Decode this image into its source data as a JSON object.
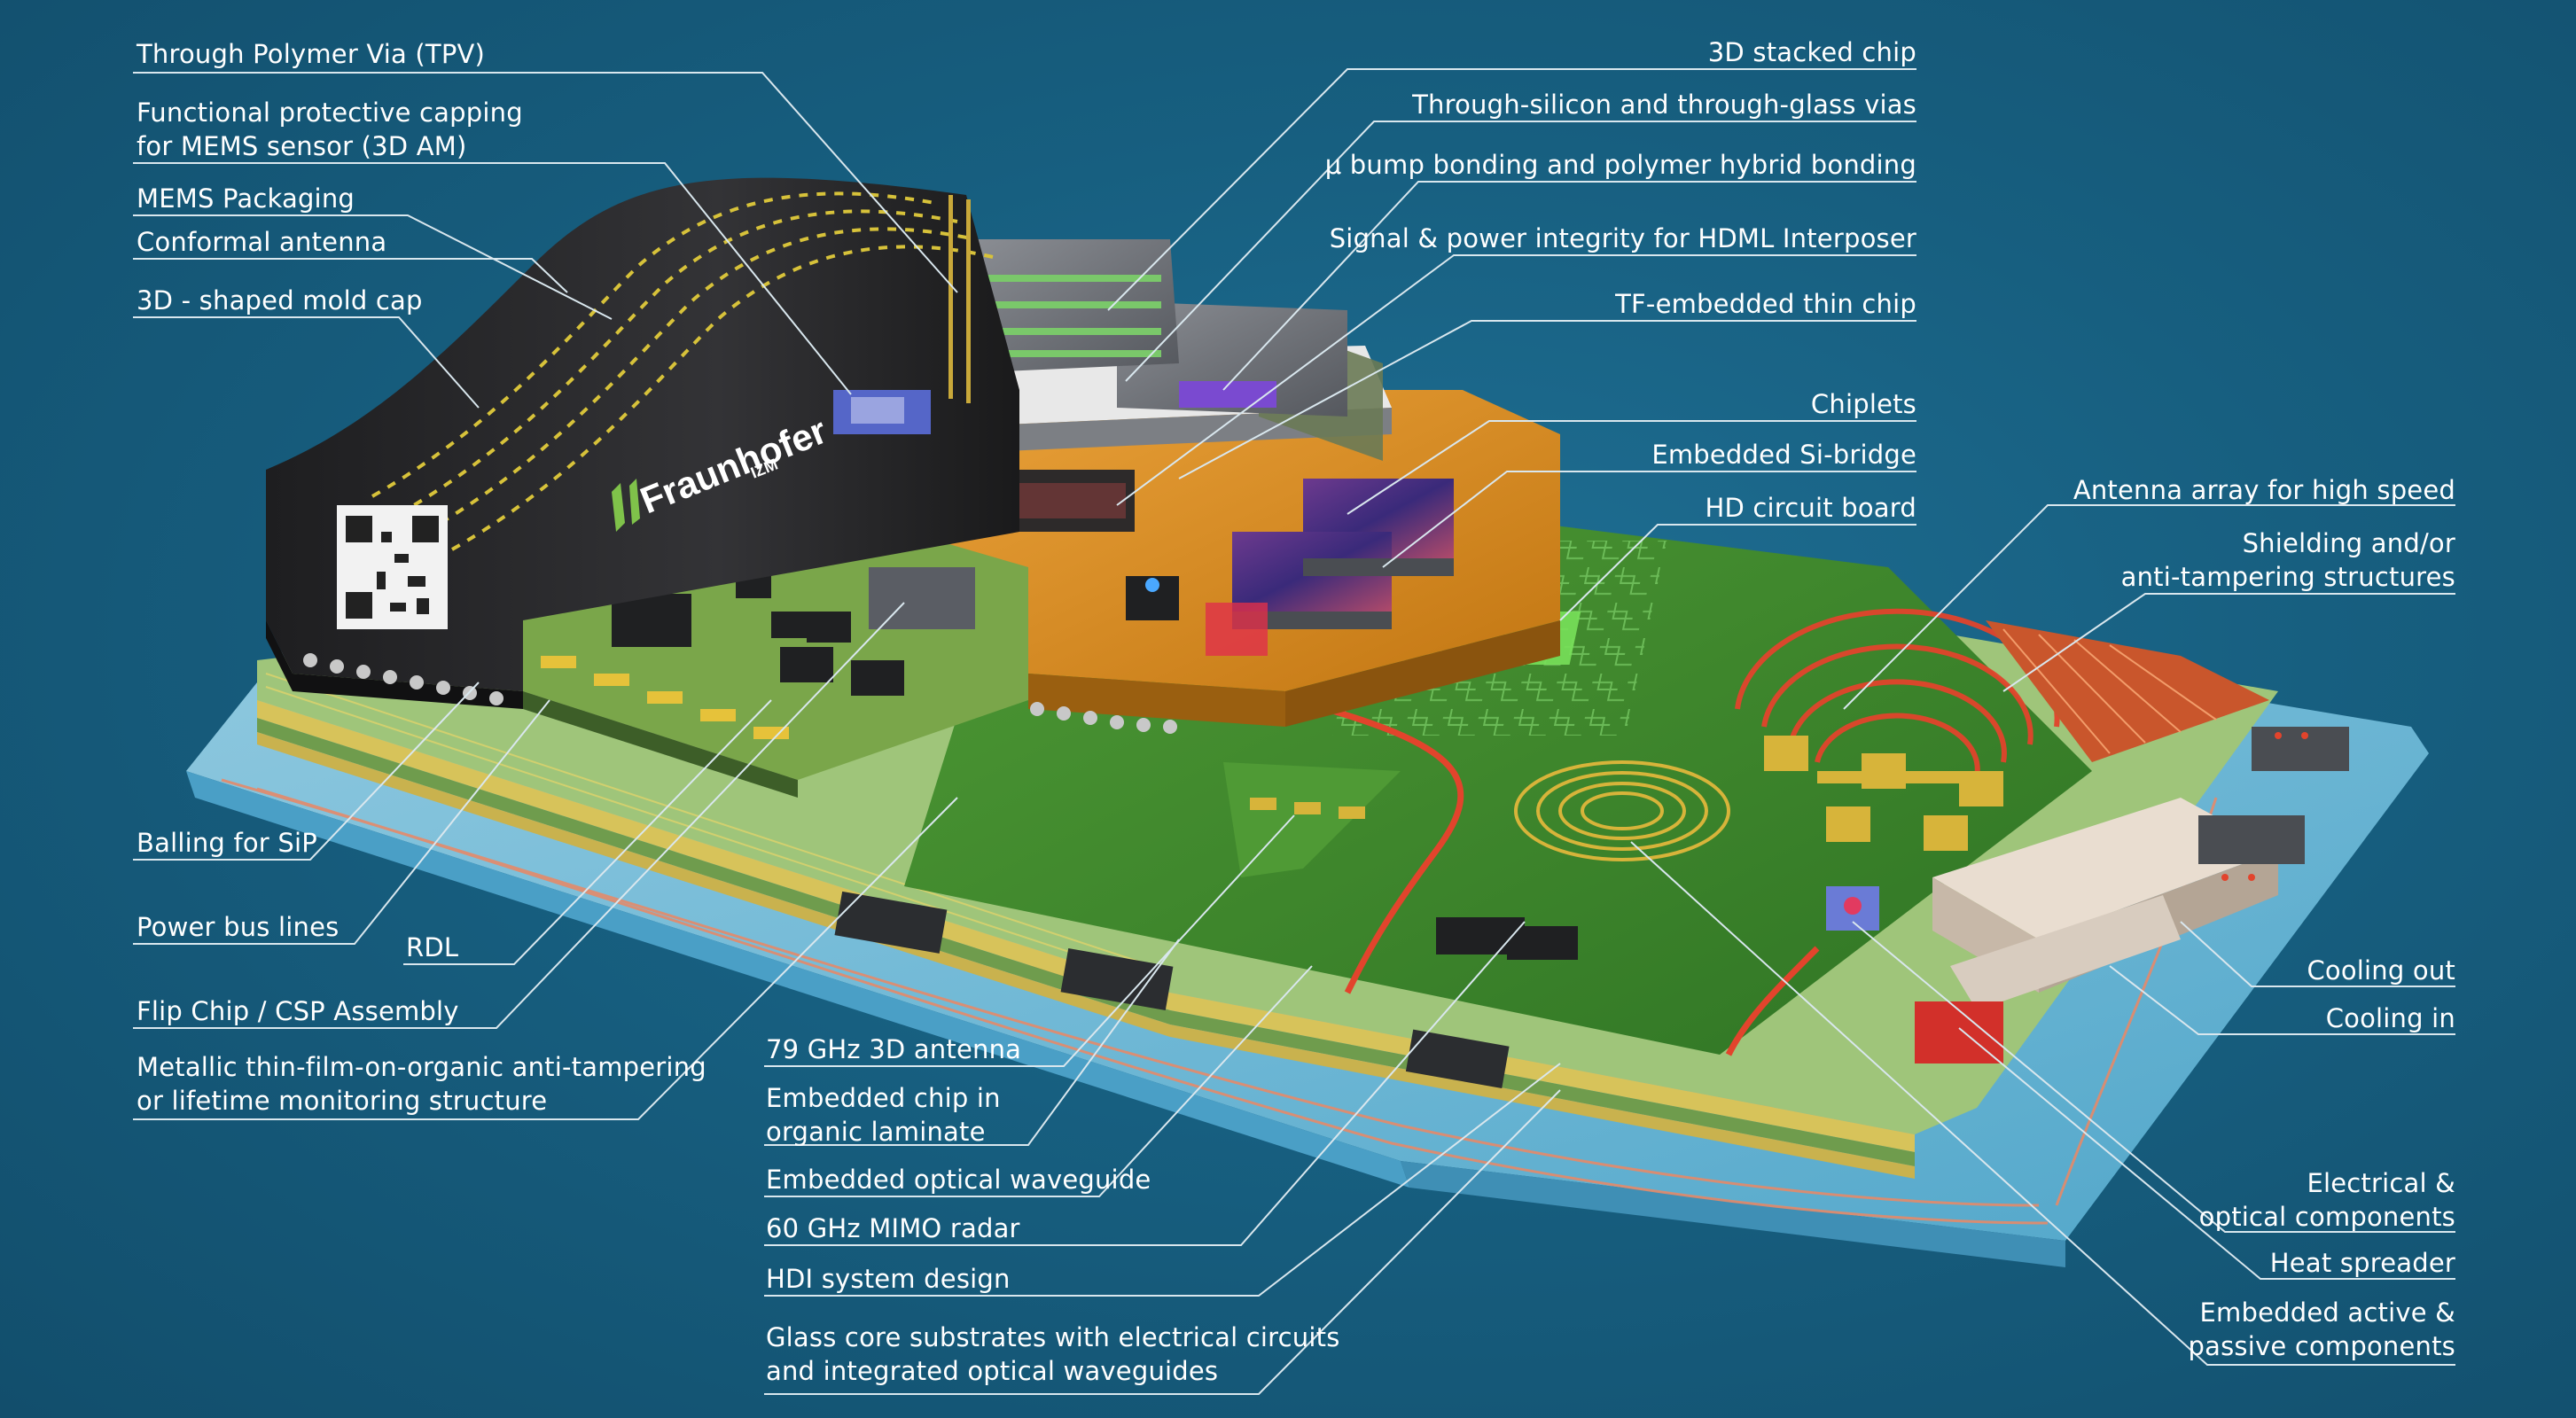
{
  "logo": {
    "brand": "Fraunhofer",
    "institute": "IZM"
  },
  "colors": {
    "background": "#175f80",
    "leader": "#d9e7ee",
    "mold": "#2a2a2c",
    "pcb_green": "#3f8a2c",
    "pcb_light": "#6db04a",
    "copper": "#d98a1e",
    "gold": "#d7b43a",
    "glass": "#8fd0ea",
    "red_trace": "#e2442c"
  },
  "labels": {
    "left": {
      "tpv": "Through Polymer Via (TPV)",
      "capping": "Functional protective capping\nfor MEMS sensor (3D AM)",
      "mems_packaging": "MEMS Packaging",
      "conformal_antenna": "Conformal antenna",
      "mold_cap": "3D - shaped mold cap",
      "balling": "Balling for SiP",
      "power_bus": "Power bus lines",
      "rdl": "RDL",
      "flip_chip": "Flip Chip / CSP Assembly",
      "thin_film": "Metallic thin-film-on-organic anti-tampering\nor lifetime monitoring structure"
    },
    "top_center": {
      "stacked_chip": "3D stacked chip",
      "tsv_tgv": "Through-silicon and through-glass vias",
      "bump_bonding": "μ bump bonding and polymer hybrid bonding",
      "signal_power": "Signal & power integrity for HDML Interposer",
      "tf_embedded": "TF-embedded thin chip",
      "chiplets": "Chiplets",
      "si_bridge": "Embedded Si-bridge",
      "hd_board": "HD circuit board"
    },
    "bottom_center": {
      "antenna_79": "79 GHz 3D antenna",
      "embedded_chip": "Embedded chip in\norganic laminate",
      "optical_waveguide": "Embedded optical waveguide",
      "mimo_radar": "60 GHz MIMO radar",
      "hdi": "HDI system design",
      "glass_core": "Glass core substrates with electrical circuits\nand integrated optical waveguides"
    },
    "right": {
      "antenna_array": "Antenna array for high speed",
      "shielding": "Shielding and/or\nanti-tampering structures",
      "cooling_out": "Cooling out",
      "cooling_in": "Cooling in",
      "electrical_optical": "Electrical &\noptical components",
      "heat_spreader": "Heat spreader",
      "embedded_active": "Embedded active &\npassive components"
    }
  }
}
